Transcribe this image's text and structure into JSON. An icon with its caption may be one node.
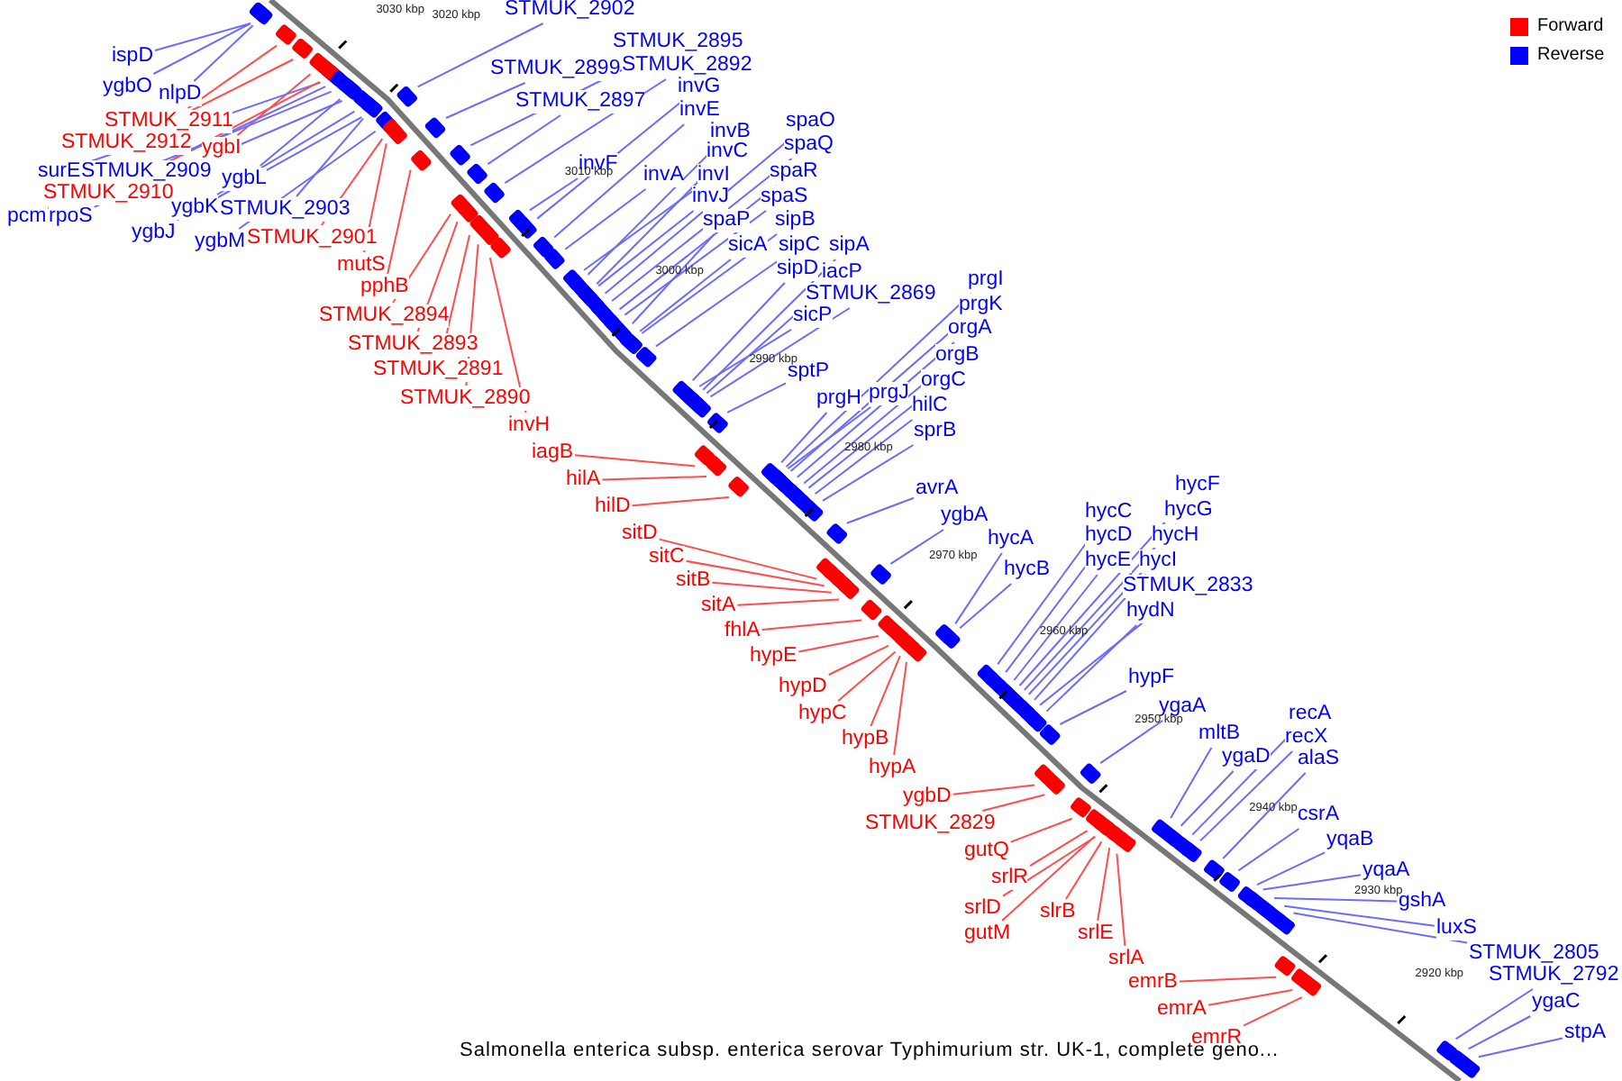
{
  "diagram": {
    "caption": "Salmonella enterica subsp. enterica serovar Typhimurium str. UK-1, complete geno...",
    "nodes": [
      {
        "text": [
          "ispD"
        ]
      },
      {
        "text": [
          "ygbO"
        ]
      },
      {
        "text": [
          "nlpD"
        ]
      },
      {
        "text": [
          "STMUK_2911"
        ]
      },
      {
        "text": [
          "STMUK_2912"
        ]
      },
      {
        "text": [
          "ygbI"
        ]
      },
      {
        "text": [
          "surE"
        ]
      },
      {
        "text": [
          "STMUK_2909"
        ]
      },
      {
        "text": [
          "STMUK_2910"
        ]
      },
      {
        "text": [
          "ygbL"
        ]
      },
      {
        "text": [
          "pcm"
        ]
      },
      {
        "text": [
          "rpoS"
        ]
      },
      {
        "text": [
          "ygbK"
        ]
      },
      {
        "text": [
          "STMUK_2903"
        ]
      },
      {
        "text": [
          "ygbJ"
        ]
      },
      {
        "text": [
          "ygbM"
        ]
      },
      {
        "text": [
          "STMUK_2901"
        ]
      },
      {
        "text": [
          "mutS"
        ]
      },
      {
        "text": [
          "pphB"
        ]
      },
      {
        "text": [
          "STMUK_2894"
        ]
      },
      {
        "text": [
          "STMUK_2893"
        ]
      },
      {
        "text": [
          "STMUK_2891"
        ]
      },
      {
        "text": [
          "STMUK_2890"
        ]
      },
      {
        "text": [
          "invH"
        ]
      },
      {
        "text": [
          "iagB"
        ]
      },
      {
        "text": [
          "hilA"
        ]
      },
      {
        "text": [
          "hilD"
        ]
      },
      {
        "text": [
          "sitD"
        ]
      },
      {
        "text": [
          "sitC"
        ]
      },
      {
        "text": [
          "sitB"
        ]
      },
      {
        "text": [
          "sitA"
        ]
      },
      {
        "text": [
          "fhlA"
        ]
      },
      {
        "text": [
          "hypE"
        ]
      },
      {
        "text": [
          "hypD"
        ]
      },
      {
        "text": [
          "hypC"
        ]
      },
      {
        "text": [
          "hypB"
        ]
      },
      {
        "text": [
          "hypA"
        ]
      },
      {
        "text": [
          "ygbD"
        ]
      },
      {
        "text": [
          "STMUK_2829"
        ]
      },
      {
        "text": [
          "gutQ"
        ]
      },
      {
        "text": [
          "srlR"
        ]
      },
      {
        "text": [
          "srlD"
        ]
      },
      {
        "text": [
          "slrB"
        ]
      },
      {
        "text": [
          "gutM"
        ]
      },
      {
        "text": [
          "srlE"
        ]
      },
      {
        "text": [
          "srlA"
        ]
      },
      {
        "text": [
          "emrB"
        ]
      },
      {
        "text": [
          "emrA"
        ]
      },
      {
        "text": [
          "emrR"
        ]
      },
      {
        "text": [
          "STMUK_2902"
        ]
      },
      {
        "text": [
          "STMUK_2895"
        ]
      },
      {
        "text": [
          "STMUK_2899"
        ]
      },
      {
        "text": [
          "STMUK_2892"
        ]
      },
      {
        "text": [
          "STMUK_2897"
        ]
      },
      {
        "text": [
          "invG"
        ]
      },
      {
        "text": [
          "invE"
        ]
      },
      {
        "text": [
          "invB"
        ]
      },
      {
        "text": [
          "invF"
        ]
      },
      {
        "text": [
          "invC"
        ]
      },
      {
        "text": [
          "spaO"
        ]
      },
      {
        "text": [
          "spaQ"
        ]
      },
      {
        "text": [
          "invA"
        ]
      },
      {
        "text": [
          "invI"
        ]
      },
      {
        "text": [
          "spaR"
        ]
      },
      {
        "text": [
          "invJ"
        ]
      },
      {
        "text": [
          "spaS"
        ]
      },
      {
        "text": [
          "spaP"
        ]
      },
      {
        "text": [
          "sipB"
        ]
      },
      {
        "text": [
          "sicA"
        ]
      },
      {
        "text": [
          "sipC"
        ]
      },
      {
        "text": [
          "sipA"
        ]
      },
      {
        "text": [
          "sipD"
        ]
      },
      {
        "text": [
          "iacP"
        ]
      },
      {
        "text": [
          "STMUK_2869"
        ]
      },
      {
        "text": [
          "sicP"
        ]
      },
      {
        "text": [
          "sptP"
        ]
      },
      {
        "text": [
          "prgI"
        ]
      },
      {
        "text": [
          "prgK"
        ]
      },
      {
        "text": [
          "orgA"
        ]
      },
      {
        "text": [
          "orgB"
        ]
      },
      {
        "text": [
          "orgC"
        ]
      },
      {
        "text": [
          "prgH"
        ]
      },
      {
        "text": [
          "prgJ"
        ]
      },
      {
        "text": [
          "hilC"
        ]
      },
      {
        "text": [
          "sprB"
        ]
      },
      {
        "text": [
          "avrA"
        ]
      },
      {
        "text": [
          "ygbA"
        ]
      },
      {
        "text": [
          "hycA"
        ]
      },
      {
        "text": [
          "hycB"
        ]
      },
      {
        "text": [
          "hycC"
        ]
      },
      {
        "text": [
          "hycD"
        ]
      },
      {
        "text": [
          "hycE"
        ]
      },
      {
        "text": [
          "hycF"
        ]
      },
      {
        "text": [
          "hycG"
        ]
      },
      {
        "text": [
          "hycH"
        ]
      },
      {
        "text": [
          "hycI"
        ]
      },
      {
        "text": [
          "STMUK_2833"
        ]
      },
      {
        "text": [
          "hydN"
        ]
      },
      {
        "text": [
          "hypF"
        ]
      },
      {
        "text": [
          "ygaA"
        ]
      },
      {
        "text": [
          "mltB"
        ]
      },
      {
        "text": [
          "ygaD"
        ]
      },
      {
        "text": [
          "recA"
        ]
      },
      {
        "text": [
          "recX"
        ]
      },
      {
        "text": [
          "alaS"
        ]
      },
      {
        "text": [
          "csrA"
        ]
      },
      {
        "text": [
          "yqaB"
        ]
      },
      {
        "text": [
          "yqaA"
        ]
      },
      {
        "text": [
          "gshA"
        ]
      },
      {
        "text": [
          "luxS"
        ]
      },
      {
        "text": [
          "STMUK_2805"
        ]
      },
      {
        "text": [
          "STMUK_2792"
        ]
      },
      {
        "text": [
          "ygaC"
        ]
      },
      {
        "text": [
          "stpA"
        ]
      }
    ],
    "edges": [
      {
        "from": 0,
        "to": null,
        "arrow": "none"
      },
      {
        "from": 1,
        "to": null,
        "arrow": "none"
      },
      {
        "from": 2,
        "to": null,
        "arrow": "none"
      },
      {
        "from": 3,
        "to": null,
        "arrow": "none",
        "color": "#ff4d4d"
      },
      {
        "from": 4,
        "to": null,
        "arrow": "none",
        "color": "#ff4d4d"
      },
      {
        "from": 5,
        "to": null,
        "arrow": "none",
        "color": "#ff4d4d"
      },
      {
        "from": 6,
        "to": null,
        "arrow": "none"
      },
      {
        "from": 7,
        "to": null,
        "arrow": "none"
      },
      {
        "from": 8,
        "to": null,
        "arrow": "none",
        "color": "#ff4d4d"
      },
      {
        "from": 9,
        "to": null,
        "arrow": "none"
      },
      {
        "from": 10,
        "to": null,
        "arrow": "none"
      },
      {
        "from": 11,
        "to": null,
        "arrow": "none"
      },
      {
        "from": 12,
        "to": null,
        "arrow": "none"
      },
      {
        "from": 13,
        "to": null,
        "arrow": "none"
      },
      {
        "from": 14,
        "to": null,
        "arrow": "none"
      },
      {
        "from": 15,
        "to": null,
        "arrow": "none"
      },
      {
        "from": 16,
        "to": null,
        "arrow": "none",
        "color": "#ff4d4d"
      },
      {
        "from": 17,
        "to": null,
        "arrow": "none",
        "color": "#ff4d4d"
      },
      {
        "from": 18,
        "to": null,
        "arrow": "none",
        "color": "#ff4d4d"
      },
      {
        "from": 19,
        "to": null,
        "arrow": "none",
        "color": "#ff4d4d"
      },
      {
        "from": 20,
        "to": null,
        "arrow": "none",
        "color": "#ff4d4d"
      },
      {
        "from": 21,
        "to": null,
        "arrow": "none",
        "color": "#ff4d4d"
      },
      {
        "from": 22,
        "to": null,
        "arrow": "none",
        "color": "#ff4d4d"
      },
      {
        "from": 23,
        "to": null,
        "arrow": "none",
        "color": "#ff4d4d"
      },
      {
        "from": 24,
        "to": null,
        "arrow": "none",
        "color": "#ff4d4d"
      },
      {
        "from": 25,
        "to": null,
        "arrow": "none",
        "color": "#ff4d4d"
      },
      {
        "from": 26,
        "to": null,
        "arrow": "none",
        "color": "#ff4d4d"
      },
      {
        "from": 27,
        "to": null,
        "arrow": "none",
        "color": "#ff4d4d"
      },
      {
        "from": 28,
        "to": null,
        "arrow": "none",
        "color": "#ff4d4d"
      },
      {
        "from": 29,
        "to": null,
        "arrow": "none",
        "color": "#ff4d4d"
      },
      {
        "from": 30,
        "to": null,
        "arrow": "none",
        "color": "#ff4d4d"
      },
      {
        "from": 31,
        "to": null,
        "arrow": "none",
        "color": "#ff4d4d"
      },
      {
        "from": 32,
        "to": null,
        "arrow": "none",
        "color": "#ff4d4d"
      },
      {
        "from": 33,
        "to": null,
        "arrow": "none",
        "color": "#ff4d4d"
      },
      {
        "from": 34,
        "to": null,
        "arrow": "none",
        "color": "#ff4d4d"
      },
      {
        "from": 35,
        "to": null,
        "arrow": "none",
        "color": "#ff4d4d"
      },
      {
        "from": 36,
        "to": null,
        "arrow": "none",
        "color": "#ff4d4d"
      },
      {
        "from": 37,
        "to": null,
        "arrow": "none",
        "color": "#ff4d4d"
      },
      {
        "from": 38,
        "to": null,
        "arrow": "none",
        "color": "#ff4d4d"
      },
      {
        "from": 39,
        "to": null,
        "arrow": "none",
        "color": "#ff4d4d"
      },
      {
        "from": 40,
        "to": null,
        "arrow": "none",
        "color": "#ff4d4d"
      },
      {
        "from": 41,
        "to": null,
        "arrow": "none",
        "color": "#ff4d4d"
      },
      {
        "from": 42,
        "to": null,
        "arrow": "none",
        "color": "#ff4d4d"
      },
      {
        "from": 43,
        "to": null,
        "arrow": "none",
        "color": "#ff4d4d"
      },
      {
        "from": 44,
        "to": null,
        "arrow": "none",
        "color": "#ff4d4d"
      },
      {
        "from": 45,
        "to": null,
        "arrow": "none",
        "color": "#ff4d4d"
      },
      {
        "from": 46,
        "to": null,
        "arrow": "none",
        "color": "#ff4d4d"
      },
      {
        "from": 47,
        "to": null,
        "arrow": "none",
        "color": "#ff4d4d"
      },
      {
        "from": 48,
        "to": null,
        "arrow": "none",
        "color": "#ff4d4d"
      },
      {
        "from": 49,
        "to": null,
        "arrow": "none"
      },
      {
        "from": 50,
        "to": null,
        "arrow": "none"
      },
      {
        "from": 51,
        "to": null,
        "arrow": "none"
      },
      {
        "from": 52,
        "to": null,
        "arrow": "none"
      },
      {
        "from": 53,
        "to": null,
        "arrow": "none"
      },
      {
        "from": 54,
        "to": null,
        "arrow": "none"
      },
      {
        "from": 55,
        "to": null,
        "arrow": "none"
      },
      {
        "from": 56,
        "to": null,
        "arrow": "none"
      },
      {
        "from": 57,
        "to": null,
        "arrow": "none"
      },
      {
        "from": 58,
        "to": null,
        "arrow": "none"
      },
      {
        "from": 59,
        "to": null,
        "arrow": "none"
      },
      {
        "from": 60,
        "to": null,
        "arrow": "none"
      },
      {
        "from": 61,
        "to": null,
        "arrow": "none"
      },
      {
        "from": 62,
        "to": null,
        "arrow": "none"
      },
      {
        "from": 63,
        "to": null,
        "arrow": "none"
      },
      {
        "from": 64,
        "to": null,
        "arrow": "none"
      },
      {
        "from": 65,
        "to": null,
        "arrow": "none"
      },
      {
        "from": 66,
        "to": null,
        "arrow": "none"
      },
      {
        "from": 67,
        "to": null,
        "arrow": "none"
      },
      {
        "from": 68,
        "to": null,
        "arrow": "none"
      },
      {
        "from": 69,
        "to": null,
        "arrow": "none"
      },
      {
        "from": 70,
        "to": null,
        "arrow": "none"
      },
      {
        "from": 71,
        "to": null,
        "arrow": "none"
      },
      {
        "from": 72,
        "to": null,
        "arrow": "none"
      },
      {
        "from": 73,
        "to": null,
        "arrow": "none"
      },
      {
        "from": 74,
        "to": null,
        "arrow": "none"
      },
      {
        "from": 75,
        "to": null,
        "arrow": "none"
      },
      {
        "from": 76,
        "to": null,
        "arrow": "none"
      },
      {
        "from": 77,
        "to": null,
        "arrow": "none"
      },
      {
        "from": 78,
        "to": null,
        "arrow": "none"
      },
      {
        "from": 79,
        "to": null,
        "arrow": "none"
      },
      {
        "from": 80,
        "to": null,
        "arrow": "none"
      },
      {
        "from": 81,
        "to": null,
        "arrow": "none"
      },
      {
        "from": 82,
        "to": null,
        "arrow": "none"
      },
      {
        "from": 83,
        "to": null,
        "arrow": "none"
      },
      {
        "from": 84,
        "to": null,
        "arrow": "none"
      },
      {
        "from": 85,
        "to": null,
        "arrow": "none"
      },
      {
        "from": 86,
        "to": null,
        "arrow": "none"
      },
      {
        "from": 87,
        "to": null,
        "arrow": "none"
      },
      {
        "from": 88,
        "to": null,
        "arrow": "none"
      },
      {
        "from": 89,
        "to": null,
        "arrow": "none"
      },
      {
        "from": 90,
        "to": null,
        "arrow": "none"
      },
      {
        "from": 91,
        "to": null,
        "arrow": "none"
      },
      {
        "from": 92,
        "to": null,
        "arrow": "none"
      },
      {
        "from": 93,
        "to": null,
        "arrow": "none"
      },
      {
        "from": 94,
        "to": null,
        "arrow": "none"
      },
      {
        "from": 95,
        "to": null,
        "arrow": "none"
      },
      {
        "from": 96,
        "to": null,
        "arrow": "none"
      },
      {
        "from": 97,
        "to": null,
        "arrow": "none"
      },
      {
        "from": 98,
        "to": null,
        "arrow": "none"
      },
      {
        "from": 99,
        "to": null,
        "arrow": "none"
      },
      {
        "from": 100,
        "to": null,
        "arrow": "none"
      },
      {
        "from": 101,
        "to": null,
        "arrow": "none"
      },
      {
        "from": 102,
        "to": null,
        "arrow": "none"
      },
      {
        "from": 103,
        "to": null,
        "arrow": "none"
      },
      {
        "from": 104,
        "to": null,
        "arrow": "none"
      },
      {
        "from": 105,
        "to": null,
        "arrow": "none"
      },
      {
        "from": 106,
        "to": null,
        "arrow": "none"
      },
      {
        "from": 107,
        "to": null,
        "arrow": "none"
      },
      {
        "from": 108,
        "to": null,
        "arrow": "none"
      },
      {
        "from": 109,
        "to": null,
        "arrow": "none"
      },
      {
        "from": 110,
        "to": null,
        "arrow": "none"
      },
      {
        "from": 111,
        "to": null,
        "arrow": "none"
      },
      {
        "from": 112,
        "to": null,
        "arrow": "none"
      },
      {
        "from": 113,
        "to": null,
        "arrow": "none"
      }
    ],
    "labels": [
      "3030 kbp",
      "3020 kbp",
      "3010 kbp",
      "3000 kbp",
      "2990 kbp",
      "2980 kbp",
      "2970 kbp",
      "2960 kbp",
      "2950 kbp",
      "2940 kbp",
      "2930 kbp",
      "2920 kbp"
    ],
    "legend": [
      {
        "text": "Forward",
        "color": "#ff0000"
      },
      {
        "text": "Reverse",
        "color": "#0000ff"
      }
    ]
  }
}
